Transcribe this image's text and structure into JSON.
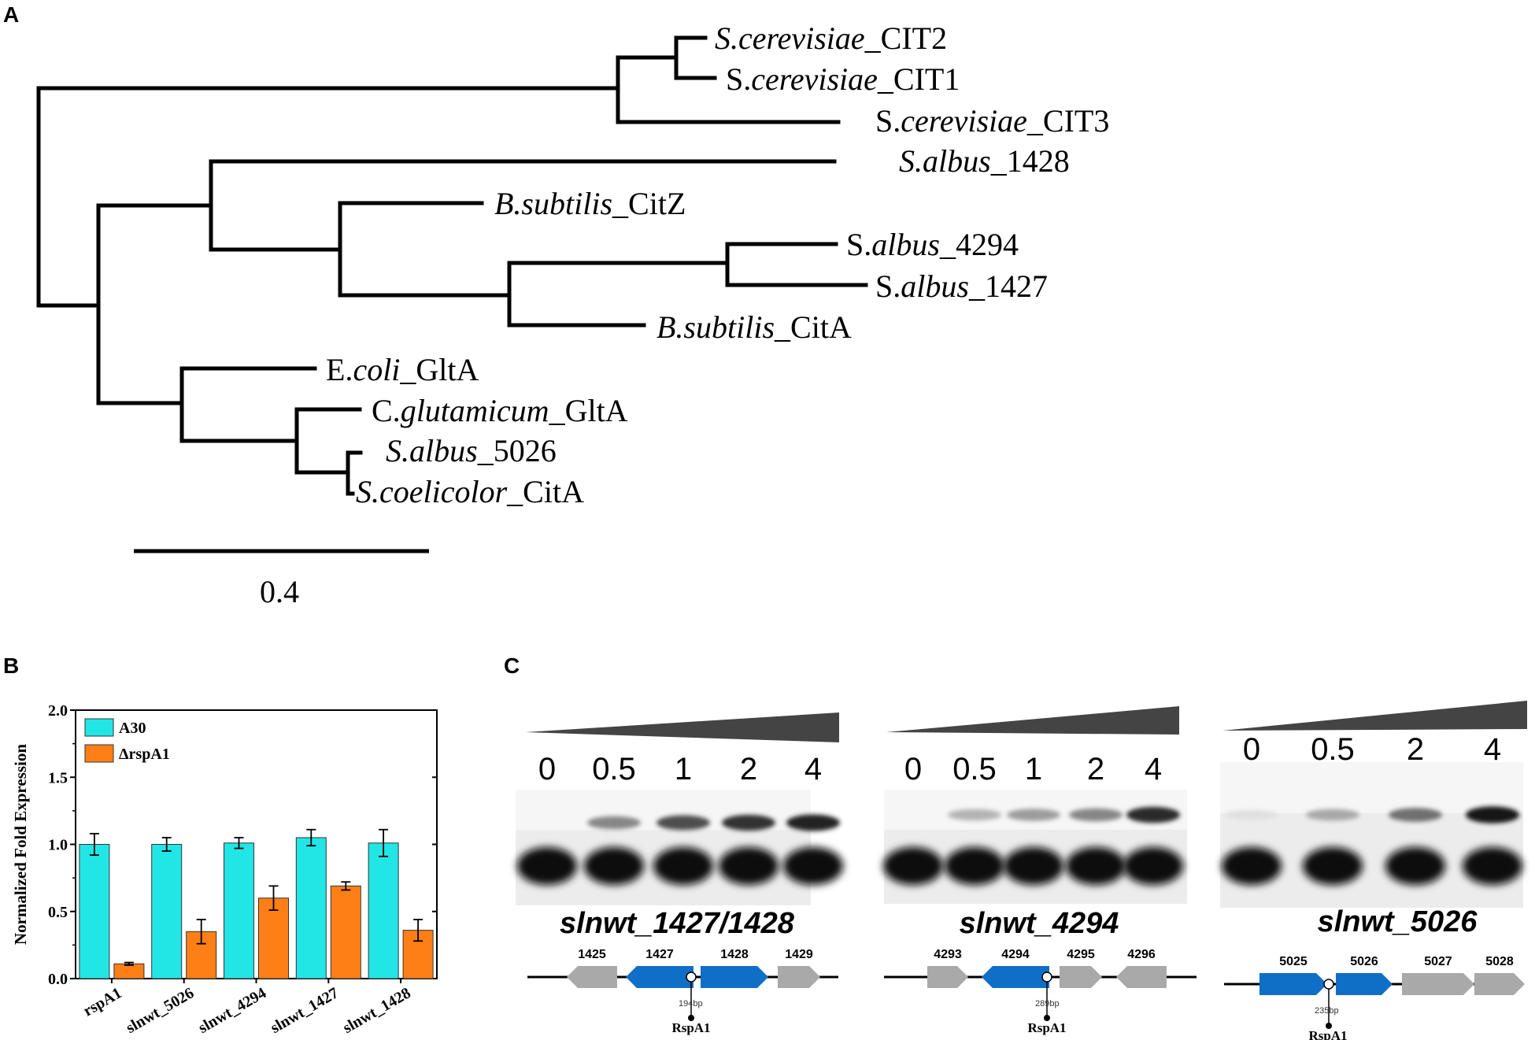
{
  "panel_labels": {
    "a": "A",
    "b": "B",
    "c": "C"
  },
  "tree": {
    "leaves": [
      {
        "italic": "S.cerevisiae",
        "rest": "_CIT2"
      },
      {
        "plain": "S.",
        "italic": "cerevisiae",
        "rest": "_CIT1"
      },
      {
        "plain": "S.",
        "italic": "cerevisiae",
        "rest": "_CIT3"
      },
      {
        "italic": "S.albus",
        "rest": "_1428"
      },
      {
        "italic": "B.subtilis",
        "rest": "_CitZ"
      },
      {
        "plain": "S.",
        "italic": "albus",
        "rest": "_4294"
      },
      {
        "plain": "S.",
        "italic": "albus",
        "rest": "_1427"
      },
      {
        "italic": "B.subtilis",
        "rest": "_CitA"
      },
      {
        "plain": "E.",
        "italic": "coli",
        "rest": "_GltA"
      },
      {
        "plain": "C.",
        "italic": "glutamicum",
        "rest": "_GltA"
      },
      {
        "italic": "S.albus",
        "rest": "_5026"
      },
      {
        "italic": "S.coelicolor",
        "rest": "_CitA"
      }
    ],
    "scale_label": "0.4"
  },
  "chart_data": {
    "type": "bar",
    "ylabel": "Normalized Fold Expression",
    "ylim": [
      0,
      2.0
    ],
    "yticks": [
      "0.0",
      "0.5",
      "1.0",
      "1.5",
      "2.0"
    ],
    "categories": [
      "rspA1",
      "slnwt_5026",
      "slnwt_4294",
      "slnwt_1427",
      "slnwt_1428"
    ],
    "series": [
      {
        "name": "A30",
        "color": "#22e6e6",
        "values": [
          1.0,
          1.0,
          1.01,
          1.05,
          1.01
        ],
        "errors": [
          0.08,
          0.05,
          0.04,
          0.06,
          0.1
        ]
      },
      {
        "name": "ΔrspA1",
        "color": "#ff7f17",
        "values": [
          0.11,
          0.35,
          0.6,
          0.69,
          0.36
        ],
        "errors": [
          0.01,
          0.09,
          0.09,
          0.03,
          0.08
        ]
      }
    ],
    "legend": "top-left"
  },
  "emsa": [
    {
      "lanes": [
        "0",
        "0.5",
        "1",
        "2",
        "4"
      ],
      "band_intensity": [
        0,
        0.45,
        0.7,
        0.82,
        0.9
      ],
      "title": "slnwt_1427/1428",
      "genes": [
        {
          "label": "1425",
          "color": "#a9a9a9",
          "dir": "left"
        },
        {
          "label": "1427",
          "color": "#0f6fc6",
          "dir": "left"
        },
        {
          "label": "1428",
          "color": "#0f6fc6",
          "dir": "right"
        },
        {
          "label": "1429",
          "color": "#a9a9a9",
          "dir": "right"
        }
      ],
      "bp": "194bp",
      "regulator": "RspA1"
    },
    {
      "lanes": [
        "0",
        "0.5",
        "1",
        "2",
        "4"
      ],
      "band_intensity": [
        0,
        0.25,
        0.35,
        0.45,
        0.85
      ],
      "title": "slnwt_4294",
      "genes": [
        {
          "label": "4293",
          "color": "#a9a9a9",
          "dir": "right"
        },
        {
          "label": "4294",
          "color": "#0f6fc6",
          "dir": "left"
        },
        {
          "label": "4295",
          "color": "#a9a9a9",
          "dir": "right"
        },
        {
          "label": "4296",
          "color": "#a9a9a9",
          "dir": "left"
        }
      ],
      "bp": "289bp",
      "regulator": "RspA1"
    },
    {
      "lanes": [
        "0",
        "0.5",
        "2",
        "4"
      ],
      "band_intensity": [
        0.05,
        0.3,
        0.55,
        0.95
      ],
      "title": "slnwt_5026",
      "genes": [
        {
          "label": "5025",
          "color": "#0f6fc6",
          "dir": "right"
        },
        {
          "label": "5026",
          "color": "#0f6fc6",
          "dir": "right"
        },
        {
          "label": "5027",
          "color": "#a9a9a9",
          "dir": "right"
        },
        {
          "label": "5028",
          "color": "#a9a9a9",
          "dir": "right"
        }
      ],
      "bp": "235bp",
      "regulator": "RspA1"
    }
  ]
}
